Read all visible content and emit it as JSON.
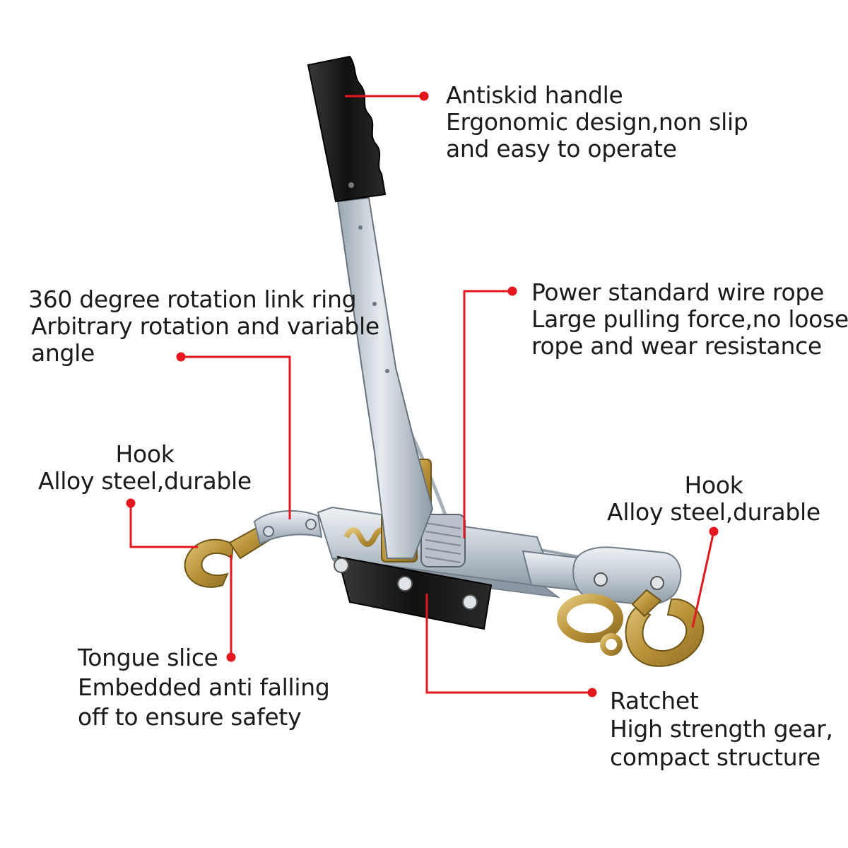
{
  "colors": {
    "leader": "#e3171d",
    "text": "#1a1a1a",
    "steel": "#cdd5dc",
    "steel_dark": "#8c98a3",
    "rubber": "#1b1b1b",
    "brass": "#c9a24a"
  },
  "callouts": {
    "handle": {
      "title": "Antiskid handle",
      "lines": [
        "Ergonomic design,non slip",
        "and easy to operate"
      ]
    },
    "link_ring": {
      "title": "360 degree rotation link ring",
      "lines": [
        "Arbitrary rotation and variable",
        "angle"
      ]
    },
    "wire_rope": {
      "title": "Power standard wire rope",
      "lines": [
        "Large pulling force,no loose",
        "rope and wear resistance"
      ]
    },
    "hook_left": {
      "title": "Hook",
      "lines": [
        "Alloy steel,durable"
      ]
    },
    "hook_right": {
      "title": "Hook",
      "lines": [
        "Alloy steel,durable"
      ]
    },
    "tongue": {
      "title": "Tongue slice",
      "lines": [
        "Embedded anti falling",
        "off to ensure safety"
      ]
    },
    "ratchet": {
      "title": "Ratchet",
      "lines": [
        "High strength gear,",
        "compact structure"
      ]
    }
  }
}
